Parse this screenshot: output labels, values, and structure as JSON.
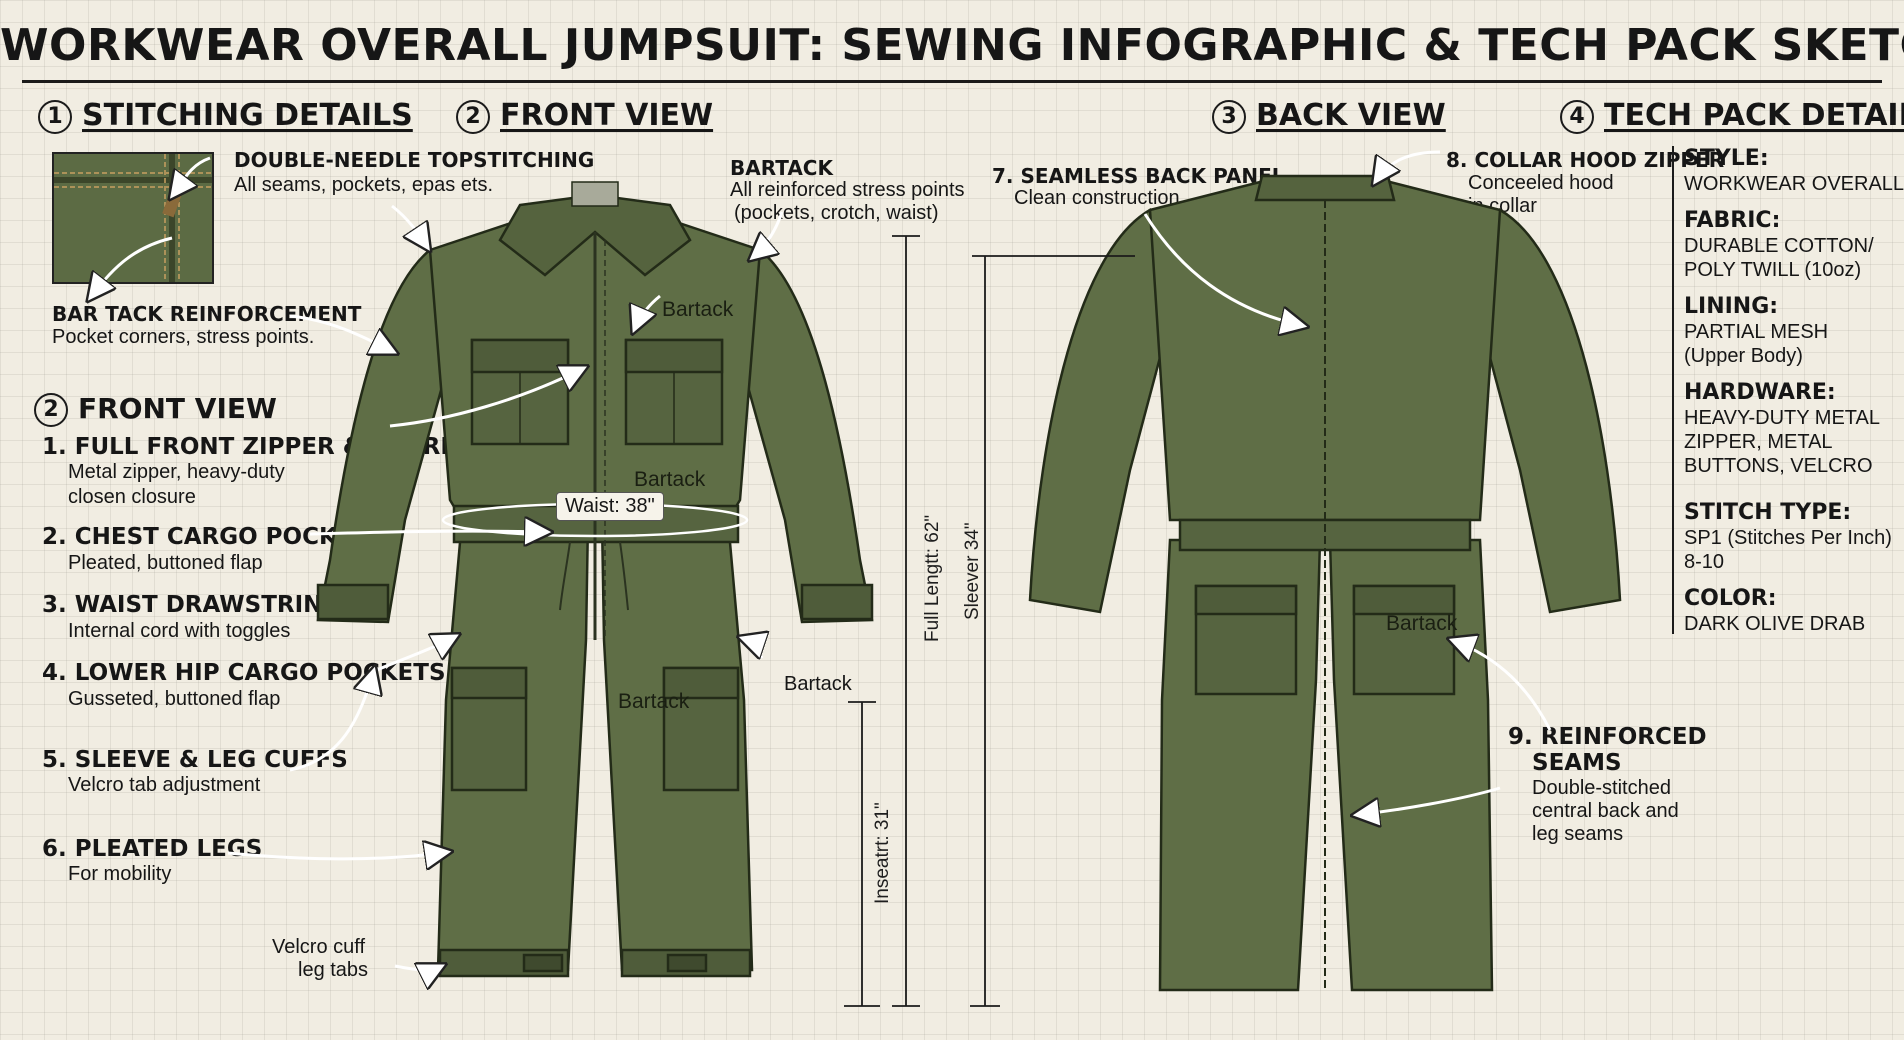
{
  "title": "WORKWEAR OVERALL JUMPSUIT: SEWING INFOGRAPHIC & TECH PACK SKETCH",
  "sections": {
    "stitching": {
      "num": "1",
      "label": "STITCHING DETAILS"
    },
    "front_view_top": {
      "num": "2",
      "label": "FRONT VIEW"
    },
    "back_view": {
      "num": "3",
      "label": "BACK VIEW"
    },
    "tech_pack": {
      "num": "4",
      "label": "TECH PACK DETAILS"
    },
    "front_view_left": {
      "num": "2",
      "label": "FRONT VIEW"
    }
  },
  "stitching_details": {
    "double_needle": {
      "title": "DOUBLE-NEEDLE TOPSTITCHING",
      "desc": "All seams, pockets, epas ets."
    },
    "bar_tack": {
      "title": "BAR TACK REINFORCEMENT",
      "desc": "Pocket corners, stress points."
    }
  },
  "bartack_note": {
    "title": "BARTACK",
    "desc1": "All reinforced stress points",
    "desc2": "(pockets, crotch, waist)"
  },
  "front_features": [
    {
      "title": "1. FULL FRONT ZIPPER & STORM FLAP",
      "desc1": "Metal zipper, heavy-duty",
      "desc2": "closen closure"
    },
    {
      "title": "2. CHEST CARGO POCKETS",
      "desc1": "Pleated, buttoned flap",
      "desc2": ""
    },
    {
      "title": "3. WAIST DRAWSTRING",
      "desc1": "Internal cord with toggles",
      "desc2": ""
    },
    {
      "title": "4. LOWER HIP CARGO POCKETS",
      "desc1": "Gusseted, buttoned flap",
      "desc2": ""
    },
    {
      "title": "5. SLEEVE & LEG CUFFS",
      "desc1": "Velcro tab adjustment",
      "desc2": ""
    },
    {
      "title": "6. PLEATED LEGS",
      "desc1": "For mobility",
      "desc2": ""
    }
  ],
  "velcro_note": {
    "line1": "Velcro cuff",
    "line2": "leg tabs"
  },
  "front_labels": {
    "bartack_chest": "Bartack",
    "bartack_waist": "Bartack",
    "bartack_crotch": "Bartack",
    "bartack_side": "Bartack",
    "waist": "Waist: 38\""
  },
  "measurements": {
    "full_length": "Full Lengtt: 62\"",
    "sleeve": "Sleever 34\"",
    "inseam": "Inseatrt: 31\""
  },
  "back_features": {
    "seamless": {
      "title": "7. SEAMLESS BACK PANEL",
      "desc": "Clean construction"
    },
    "collar": {
      "title": "8. COLLAR HOOD ZIPPER",
      "desc1": "Conceeled hood",
      "desc2": "in collar"
    },
    "reinforced": {
      "title1": "9. REINFORCED",
      "title2": "SEAMS",
      "desc1": "Double-stitched",
      "desc2": "central back and",
      "desc3": "leg seams"
    },
    "bartack_back": "Bartack"
  },
  "tech_pack": [
    {
      "key": "STYLE:",
      "lines": [
        "WORKWEAR OVERALL"
      ]
    },
    {
      "key": "FABRIC:",
      "lines": [
        "DURABLE COTTON/",
        "POLY TWILL (10oz)"
      ]
    },
    {
      "key": "LINING:",
      "lines": [
        "PARTIAL MESH",
        "(Upper Body)"
      ]
    },
    {
      "key": "HARDWARE:",
      "lines": [
        "HEAVY-DUTY METAL",
        "ZIPPER, METAL",
        "BUTTONS, VELCRO"
      ]
    },
    {
      "key": "STITCH TYPE:",
      "lines": [
        "SP1 (Stitches Per Inch)",
        "8-10"
      ]
    },
    {
      "key": "COLOR:",
      "lines": [
        "DARK OLIVE DRAB"
      ]
    }
  ],
  "colors": {
    "fabric": "#5f6e46",
    "fabric_dark": "#4a5736",
    "ink": "#1b1b1b"
  }
}
